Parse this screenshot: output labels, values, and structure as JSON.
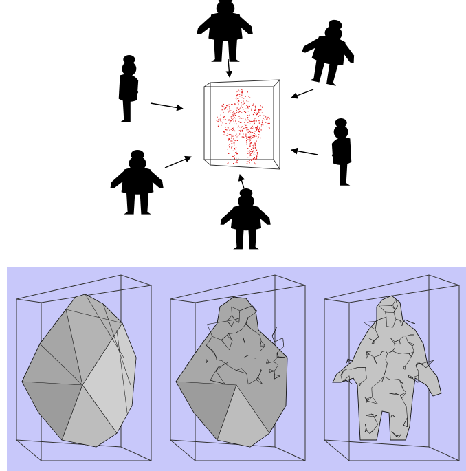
{
  "colors": {
    "silhouette": "#000000",
    "points": "#e21a1a",
    "panel_bg": "#c8c8fa",
    "hull_fill": "#a6a6a6",
    "hull_light": "#cfcfcf",
    "mesh_fill": "#c4c4c4",
    "box_line": "#333333"
  },
  "views": {
    "count": 6,
    "arrow_targets": [
      "center-box"
    ]
  },
  "panel": {
    "stages": 3
  }
}
